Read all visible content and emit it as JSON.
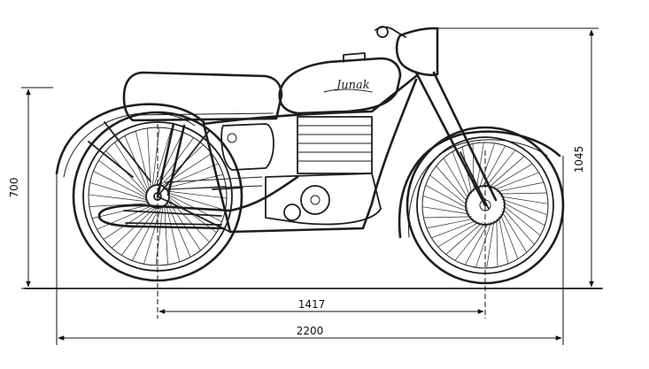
{
  "drawing": {
    "brand_script": "Junak",
    "dimensions": {
      "wheelbase": "1417",
      "overall_length": "2200",
      "seat_height": "700",
      "overall_height": "1045"
    }
  }
}
